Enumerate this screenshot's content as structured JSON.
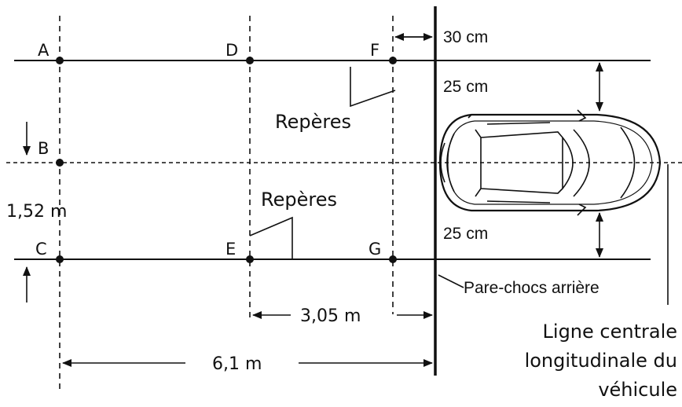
{
  "points": {
    "a": "A",
    "b": "B",
    "c": "C",
    "d": "D",
    "e": "E",
    "f": "F",
    "g": "G"
  },
  "labels": {
    "dist_30": "30 cm",
    "dist_25_top": "25 cm",
    "dist_25_bottom": "25 cm",
    "width": "1,52 m",
    "length_short": "3,05 m",
    "length_long": "6,1 m",
    "markers_top": "Repères",
    "markers_bottom": "Repères",
    "bumper": "Pare-chocs arrière",
    "centerline_1": "Ligne centrale",
    "centerline_2": "longitudinale du",
    "centerline_3": "véhicule"
  },
  "colors": {
    "line": "#111111",
    "background": "#ffffff"
  }
}
